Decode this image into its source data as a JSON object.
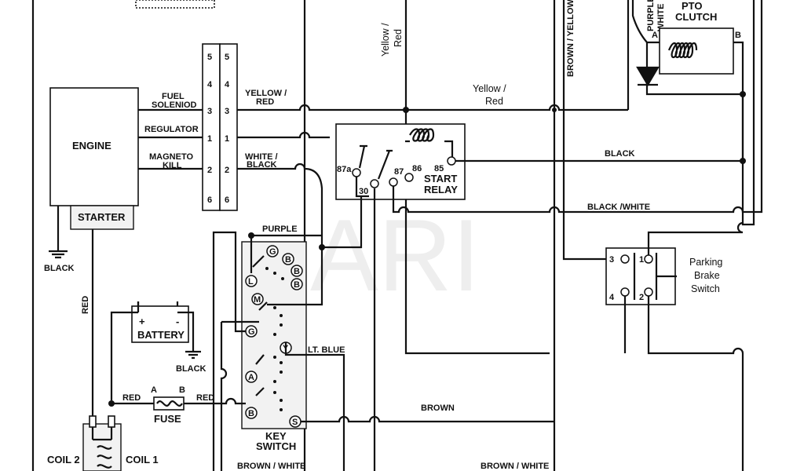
{
  "watermark": "ARI",
  "engine": {
    "title": "ENGINE",
    "starter": "STARTER",
    "fuel_solenoid": [
      "FUEL",
      "SOLENIOD"
    ],
    "regulator": "REGULATOR",
    "magneto_kill": [
      "MAGNETO",
      "KILL"
    ]
  },
  "connector_pins": [
    "5",
    "4",
    "3",
    "1",
    "2",
    "6"
  ],
  "wires": {
    "yellow_red_short": [
      "YELLOW /",
      "RED"
    ],
    "white_black": [
      "WHITE /",
      "BLACK"
    ],
    "yellow_red_vertical": [
      "Yellow /",
      "Red"
    ],
    "yellow_red_mid": [
      "Yellow /",
      "Red"
    ],
    "brown_yellow": "BROWN / YELLOW",
    "purple_white": [
      "PURPLE /",
      "WHITE"
    ],
    "black": "BLACK",
    "black_white": "BLACK /WHITE",
    "purple": "PURPLE",
    "lt_blue": "LT. BLUE",
    "brown": "BROWN",
    "brown_white_left": "BROWN / WHITE",
    "brown_white_right": "BROWN / WHITE",
    "red_vertical": "RED",
    "red_a": "RED",
    "red_b": "RED",
    "black_ground_engine": "BLACK",
    "black_ground_battery": "BLACK"
  },
  "relay": {
    "title": [
      "START",
      "RELAY"
    ],
    "pins": [
      "87a",
      "30",
      "87",
      "86",
      "85"
    ]
  },
  "pto": {
    "title": [
      "PTO",
      "CLUTCH"
    ],
    "pin_a": "A",
    "pin_b": "B"
  },
  "battery": {
    "title": "BATTERY",
    "plus": "+",
    "minus": "-"
  },
  "fuse": {
    "title": "FUSE",
    "pin_a": "A",
    "pin_b": "B"
  },
  "key_switch": {
    "title": [
      "KEY",
      "SWITCH"
    ],
    "terminals": [
      "G",
      "L",
      "B",
      "B",
      "B",
      "M",
      "G",
      "Y",
      "A",
      "B",
      "S"
    ]
  },
  "parking_brake": {
    "title": [
      "Parking",
      "Brake",
      "Switch"
    ],
    "pins": [
      "3",
      "1",
      "4",
      "2"
    ]
  },
  "coils": {
    "coil2": "COIL 2",
    "coil1": "COIL 1"
  }
}
